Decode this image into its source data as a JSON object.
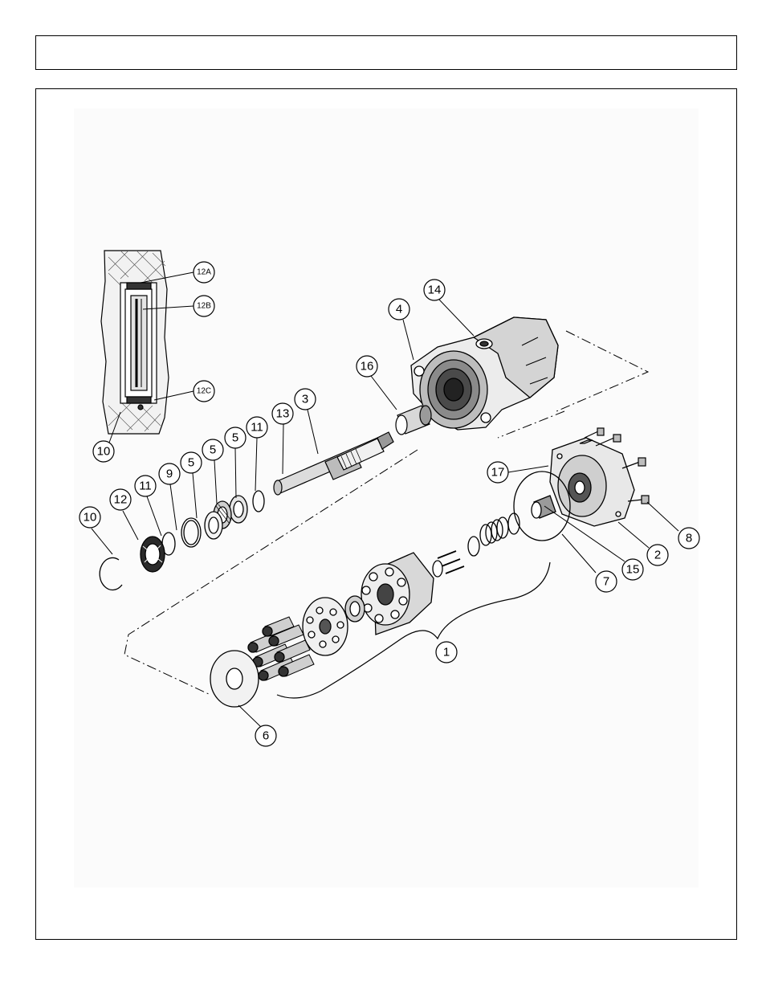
{
  "header": {
    "title": ""
  },
  "diagram": {
    "callouts": [
      "12A",
      "12B",
      "12C",
      "10",
      "14",
      "4",
      "16",
      "3",
      "13",
      "11",
      "5",
      "5",
      "5",
      "9",
      "11",
      "12",
      "10",
      "17",
      "8",
      "2",
      "15",
      "7",
      "1",
      "6"
    ]
  }
}
